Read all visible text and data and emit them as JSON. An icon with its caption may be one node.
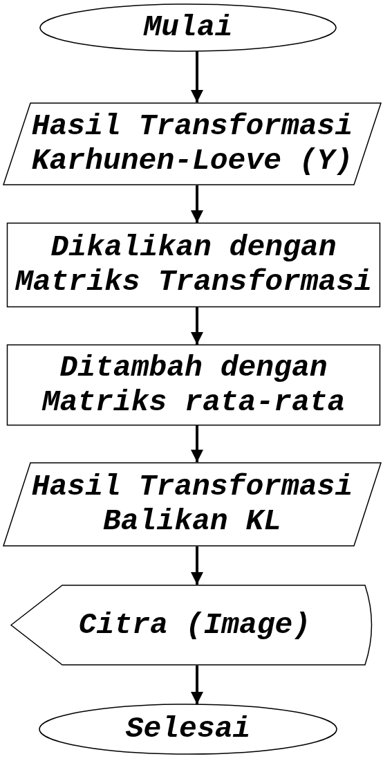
{
  "diagram": {
    "nodes": [
      {
        "text": [
          "Mulai"
        ]
      },
      {
        "text": [
          "Hasil Transformasi Karhunen-Loeve (Y)"
        ]
      },
      {
        "text": [
          "Dikalikan dengan Matriks Transformasi"
        ]
      },
      {
        "text": [
          "Ditambah dengan Matriks rata-rata"
        ]
      },
      {
        "text": [
          "Hasil Transformasi Balikan KL"
        ]
      },
      {
        "text": [
          "Citra (Image)"
        ]
      },
      {
        "text": [
          "Selesai"
        ]
      }
    ],
    "edges": [
      {
        "from": 0,
        "to": 1,
        "arrow": "to"
      },
      {
        "from": 1,
        "to": 2,
        "arrow": "to"
      },
      {
        "from": 2,
        "to": 3,
        "arrow": "to"
      },
      {
        "from": 3,
        "to": 4,
        "arrow": "to"
      },
      {
        "from": 4,
        "to": 5,
        "arrow": "to"
      },
      {
        "from": 5,
        "to": 6,
        "arrow": "to"
      }
    ]
  }
}
